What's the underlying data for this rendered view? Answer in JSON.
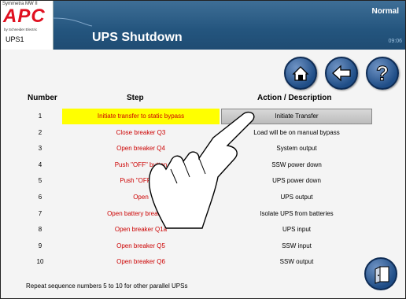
{
  "header": {
    "brand_line": "Symmetra MW II",
    "logo_text": "APC",
    "brand_sub": "by Schneider Electric",
    "unit": "UPS1",
    "title": "UPS Shutdown",
    "status": "Normal",
    "clock": "09:06"
  },
  "nav": {
    "home_icon": "home-icon",
    "back_icon": "back-arrow-icon",
    "help_icon": "help-icon",
    "help_glyph": "?",
    "exit_icon": "exit-door-icon"
  },
  "table": {
    "headers": {
      "number": "Number",
      "step": "Step",
      "action": "Action / Description"
    },
    "rows": [
      {
        "number": "1",
        "step": "Initiate transfer to static bypass",
        "action": "Initiate Transfer"
      },
      {
        "number": "2",
        "step": "Close breaker Q3",
        "action": "Load will be on manual bypass"
      },
      {
        "number": "3",
        "step": "Open breaker Q4",
        "action": "System output"
      },
      {
        "number": "4",
        "step": "Push \"OFF\" button",
        "action": "SSW power down"
      },
      {
        "number": "5",
        "step": "Push \"OFF\" bu",
        "action": "UPS power down"
      },
      {
        "number": "6",
        "step": "Open",
        "action": "UPS output"
      },
      {
        "number": "7",
        "step": "Open battery breake          Q8",
        "action": "Isolate UPS from batteries"
      },
      {
        "number": "8",
        "step": "Open breaker Q1a",
        "action": "UPS input"
      },
      {
        "number": "9",
        "step": "Open breaker Q5",
        "action": "SSW input"
      },
      {
        "number": "10",
        "step": "Open breaker Q6",
        "action": "SSW output"
      }
    ]
  },
  "footer": {
    "note": "Repeat sequence numbers 5 to 10 for other parallel UPSs"
  },
  "colors": {
    "header": "#24557e",
    "highlight": "#ffff00",
    "step_text": "#cc0000"
  }
}
